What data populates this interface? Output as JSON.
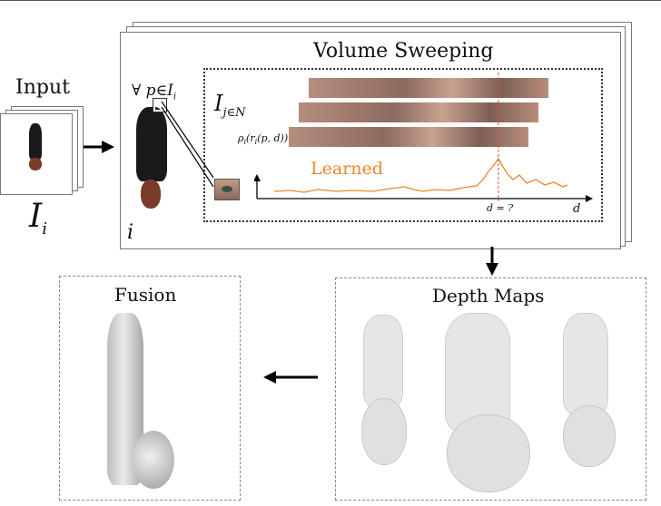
{
  "input_label": "Input",
  "input_symbol": "I",
  "input_sub": "i",
  "forall_label": "∀ p∈I",
  "forall_sub": "i",
  "i_label": "i",
  "volume_title": "Volume Sweeping",
  "ij_symbol": "I",
  "ij_sub": "j∈N",
  "rho_label": "ρ",
  "rho_sub": "i",
  "rho_args": "(r",
  "rho_args_sub": "i",
  "rho_args_rest": "(p, d))",
  "learned_label": "Learned",
  "dq_label": "d = ?",
  "d_axis_label": "d",
  "depth_title": "Depth Maps",
  "fusion_title": "Fusion",
  "colors": {
    "learned_orange": "#e8882a",
    "marker_red": "#e05050",
    "frame_border": "#777777"
  }
}
